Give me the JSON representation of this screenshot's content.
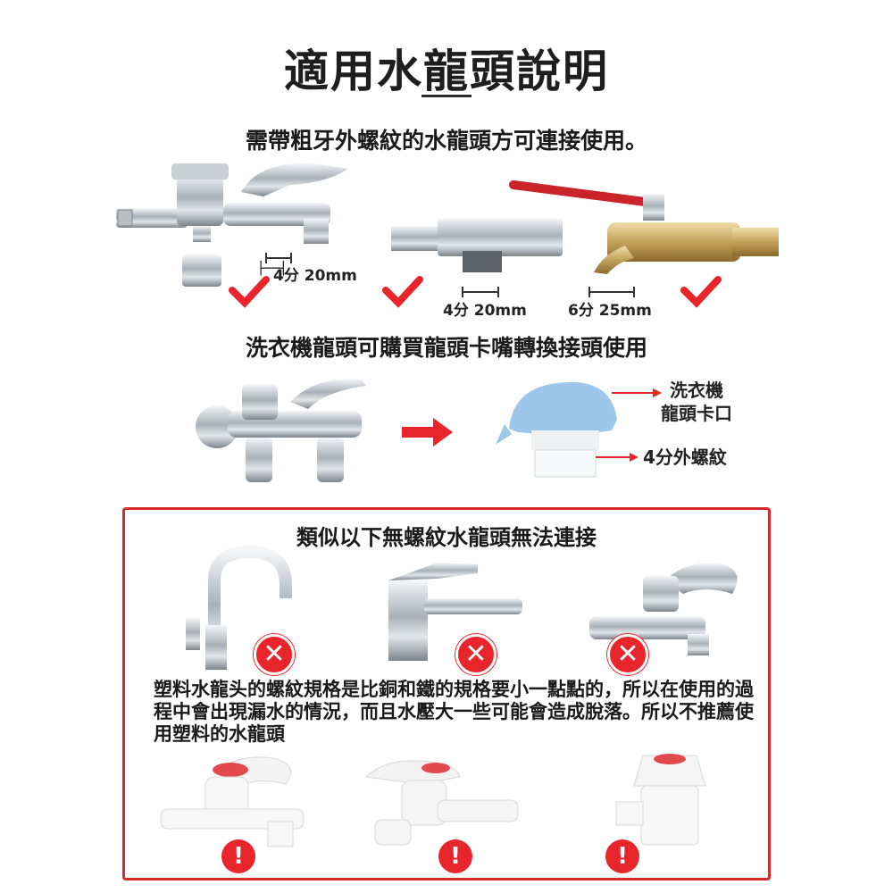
{
  "title": "適用水龍頭說明",
  "subtitle": "需帶粗牙外螺紋的水龍頭方可連接使用。",
  "top_faucets": {
    "dims": [
      "4分 20mm",
      "4分 20mm",
      "6分 25mm"
    ]
  },
  "section2": {
    "heading": "洗衣機龍頭可購買龍頭卡嘴轉換接頭使用",
    "callout_clip": "洗衣機\n龍頭卡口",
    "callout_thread": "4分外螺紋"
  },
  "panel": {
    "heading": "類似以下無螺紋水龍頭無法連接",
    "paragraph": "塑料水龍头的螺紋規格是比銅和鐵的規格要小一點點的，所以在使用的過程中會出現漏水的情況，而且水壓大一些可能會造成脫落。所以不推薦使用塑料的水龍頭"
  },
  "icons": {
    "ok": "check-icon",
    "no": "cross-icon",
    "warn": "exclamation-icon"
  },
  "colors": {
    "accent_red": "#e8252a",
    "panel_border": "#d42a2a",
    "clip_blue": "#9cc7ea"
  }
}
